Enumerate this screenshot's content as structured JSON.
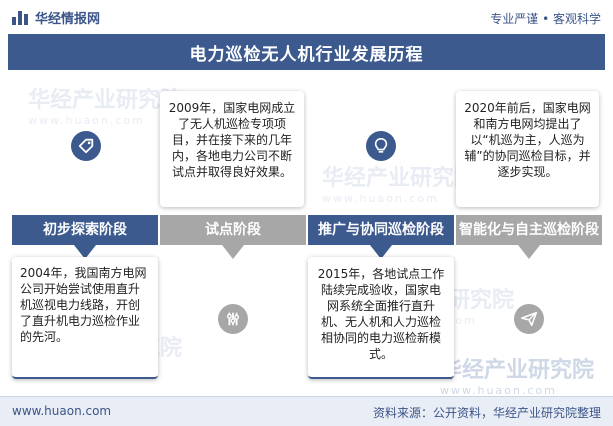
{
  "header": {
    "brand": "华经情报网",
    "slogan": "专业严谨 • 客观科学"
  },
  "title": "电力巡检无人机行业发展历程",
  "stages": [
    {
      "name": "初步探索阶段",
      "desc": "2004年，我国南方电网公司开始尝试使用直升机巡视电力线路，开创了直升机电力巡检作业的先河。",
      "icon": "gear-icon"
    },
    {
      "name": "试点阶段",
      "desc": "2009年，国家电网成立了无人机巡检专项项目，并在接下来的几年内，各地电力公司不断试点并取得良好效果。",
      "icon": "ruler-pencil-icon"
    },
    {
      "name": "推广与协同巡检阶段",
      "desc": "2015年，各地试点工作陆续完成验收，国家电网系统全面推行直升机、无人机和人力巡检相协同的电力巡检新模式。",
      "icon": "lightbulb-icon"
    },
    {
      "name": "智能化与自主巡检阶段",
      "desc": "2020年前后，国家电网和南方电网均提出了以“机巡为主，人巡为辅”的协同巡检目标，并逐步实现。",
      "icon": "paper-plane-icon"
    }
  ],
  "watermark": {
    "text": "华经产业研究院",
    "url": "www.huaon.com"
  },
  "footer": {
    "website": "www.huaon.com",
    "source": "资料来源：公开资料，华经产业研究院整理"
  },
  "colors": {
    "primary": "#3d5a8f",
    "secondary": "#a7a7a7"
  }
}
